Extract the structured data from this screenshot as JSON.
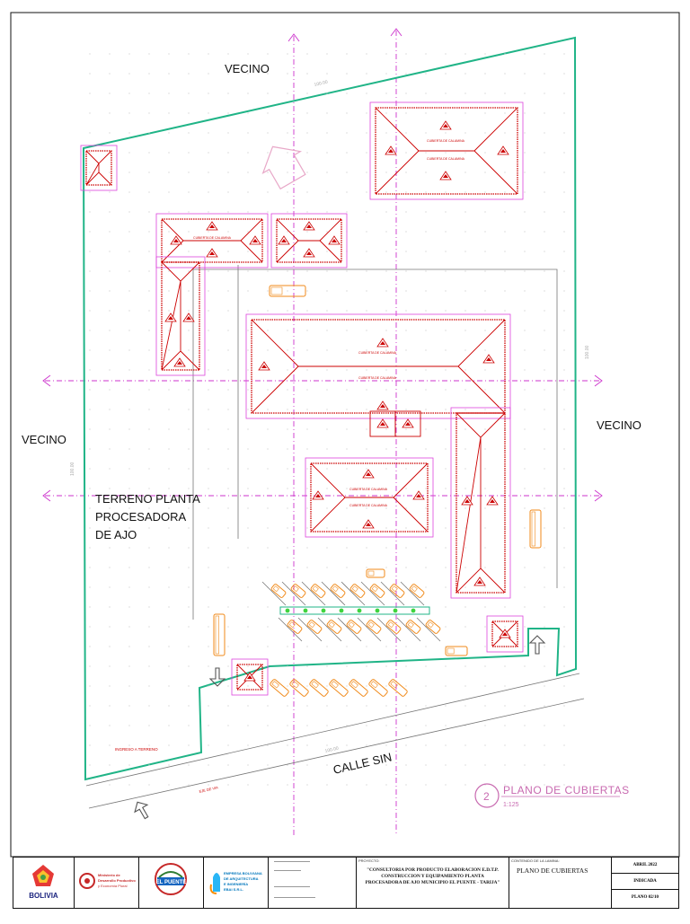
{
  "labels": {
    "vecino_top": "VECINO",
    "vecino_left": "VECINO",
    "vecino_right": "VECINO",
    "terreno_line1": "TERRENO PLANTA",
    "terreno_line2": "PROCESADORA",
    "terreno_line3": "DE AJO",
    "calle": "CALLE SIN",
    "ingreso": "INGRESO A TERRENO",
    "dim_top": "100.00",
    "dim_bottom": "100.00",
    "dim_left": "100.00",
    "dim_right": "100.00",
    "eje_via": "EJE DE VIA",
    "cubierta": "CUBIERTA DE CALAMINA"
  },
  "plan": {
    "number": "2",
    "title": "PLANO DE CUBIERTAS",
    "scale": "1:125"
  },
  "titleblock": {
    "logo1": "BOLIVIA",
    "logo2_line1": "Ministerio de",
    "logo2_line2": "Desarrollo Productivo",
    "logo2_line3": "y Economía Plural",
    "logo3": "EL PUENTE",
    "logo4_line1": "EMPRESA BOLIVIANA",
    "logo4_line2": "DE ARQUITECTURA",
    "logo4_line3": "E INGENIERÍA",
    "logo4_line4": "EBAI S.R.L.",
    "project_label": "PROYECTO:",
    "project_line1": "\"CONSULTORIA POR PRODUCTO ELABORACION E.D.T.P.",
    "project_line2": "CONSTRUCCION Y EQUIPAMIENTO PLANTA",
    "project_line3": "PROCESADORA DE AJO MUNICIPIO EL PUENTE - TARIJA\"",
    "contenido_label": "CONTENIDO DE LA LAMINA:",
    "plano_name": "PLANO DE CUBIERTAS",
    "fecha": "ABRIL 2022",
    "escala": "INDICADA",
    "lamina": "PLANO 02/10"
  },
  "colors": {
    "boundary": "#20b487",
    "axis": "#cc33cc",
    "roof": "#cc0000",
    "outline": "#dd44dd",
    "vehicle": "#f08a1a",
    "text": "#111111"
  }
}
